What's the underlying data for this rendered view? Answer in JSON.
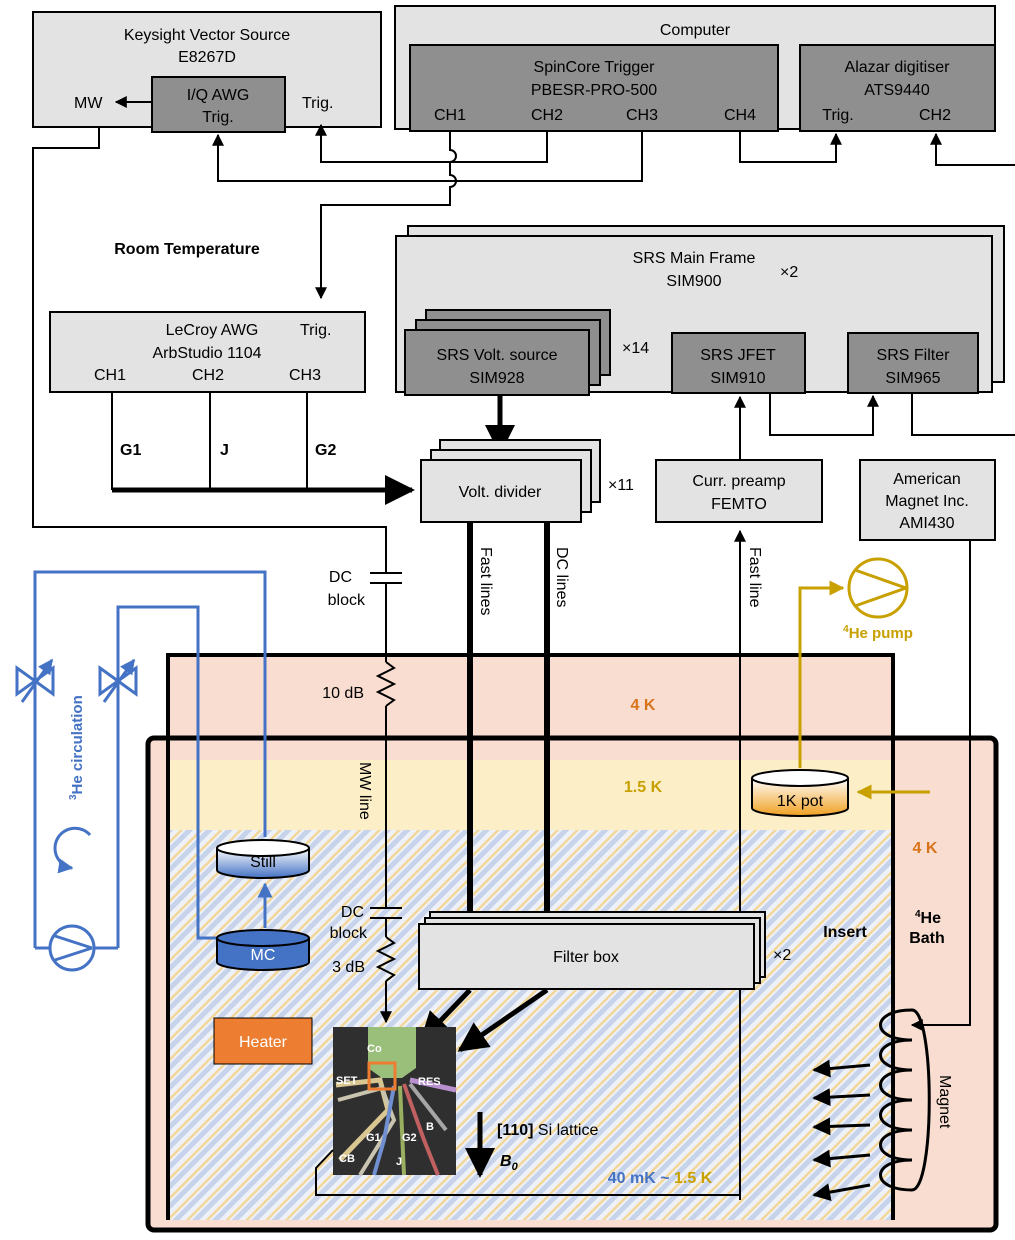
{
  "colors": {
    "warm_zone": "#f8ddd0",
    "mid_zone": "#fcefc8",
    "cold_zone": "#dde4f2",
    "blue_loop": "#4472c4",
    "gold_line": "#c8a000",
    "orange_label": "#d9731a",
    "heater": "#ed7d31",
    "chip_bg": "#2f2f2f"
  },
  "instruments": {
    "keysight": {
      "line1": "Keysight Vector Source",
      "line2": "E8267D",
      "mw": "MW",
      "trig": "Trig."
    },
    "iq_awg": {
      "line1": "I/Q AWG",
      "line2": "Trig."
    },
    "computer": {
      "title": "Computer"
    },
    "spincore": {
      "line1": "SpinCore Trigger",
      "line2": "PBESR-PRO-500",
      "ch1": "CH1",
      "ch2": "CH2",
      "ch3": "CH3",
      "ch4": "CH4"
    },
    "alazar": {
      "line1": "Alazar digitiser",
      "line2": "ATS9440",
      "trig": "Trig.",
      "ch2": "CH2"
    },
    "lecroy": {
      "line1": "LeCroy AWG",
      "trig": "Trig.",
      "line2": "ArbStudio 1104",
      "ch1": "CH1",
      "ch2": "CH2",
      "ch3": "CH3"
    },
    "srs_main": {
      "line1": "SRS Main Frame",
      "line2": "SIM900",
      "mult": "×2"
    },
    "srs_volt": {
      "line1": "SRS Volt. source",
      "line2": "SIM928",
      "mult": "×14"
    },
    "srs_jfet": {
      "line1": "SRS JFET",
      "line2": "SIM910"
    },
    "srs_filter": {
      "line1": "SRS Filter",
      "line2": "SIM965"
    },
    "volt_divider": {
      "label": "Volt. divider",
      "mult": "×11"
    },
    "preamp": {
      "line1": "Curr. preamp",
      "line2": "FEMTO"
    },
    "ami": {
      "line1": "American",
      "line2": "Magnet Inc.",
      "line3": "AMI430"
    }
  },
  "labels": {
    "room_temp": "Room Temperature",
    "g1": "G1",
    "j": "J",
    "g2": "G2",
    "dc_block_1a": "DC",
    "dc_block_1b": "block",
    "dc_block_2a": "DC",
    "dc_block_2b": "block",
    "att_10db": "10 dB",
    "att_3db": "3 dB",
    "mw_line": "MW line",
    "fast_lines": "Fast lines",
    "dc_lines": "DC lines",
    "fast_line": "Fast line",
    "he4_pump_sup": "4",
    "he4_pump": "He pump",
    "he3_circ_sup": "3",
    "he3_circ": "He circulation",
    "t_4k_top": "4 K",
    "t_15k": "1.5 K",
    "t_4k_right": "4 K",
    "one_k_pot": "1K pot",
    "still": "Still",
    "mc": "MC",
    "filter_box": "Filter box",
    "filter_mult": "×2",
    "insert": "Insert",
    "bath_sup": "4",
    "bath_1": "He",
    "bath_2": "Bath",
    "heater": "Heater",
    "magnet": "Magnet",
    "lattice_bold": "[110]",
    "lattice_rest": " Si lattice",
    "b0": "B",
    "b0_sub": "0",
    "temp_range_a": "40 mK ~ ",
    "temp_range_b": "1.5 K"
  },
  "chip": {
    "co": "Co",
    "set": "SET",
    "res": "RES",
    "g1": "G1",
    "g2": "G2",
    "b": "B",
    "cb": "CB",
    "j": "J"
  }
}
